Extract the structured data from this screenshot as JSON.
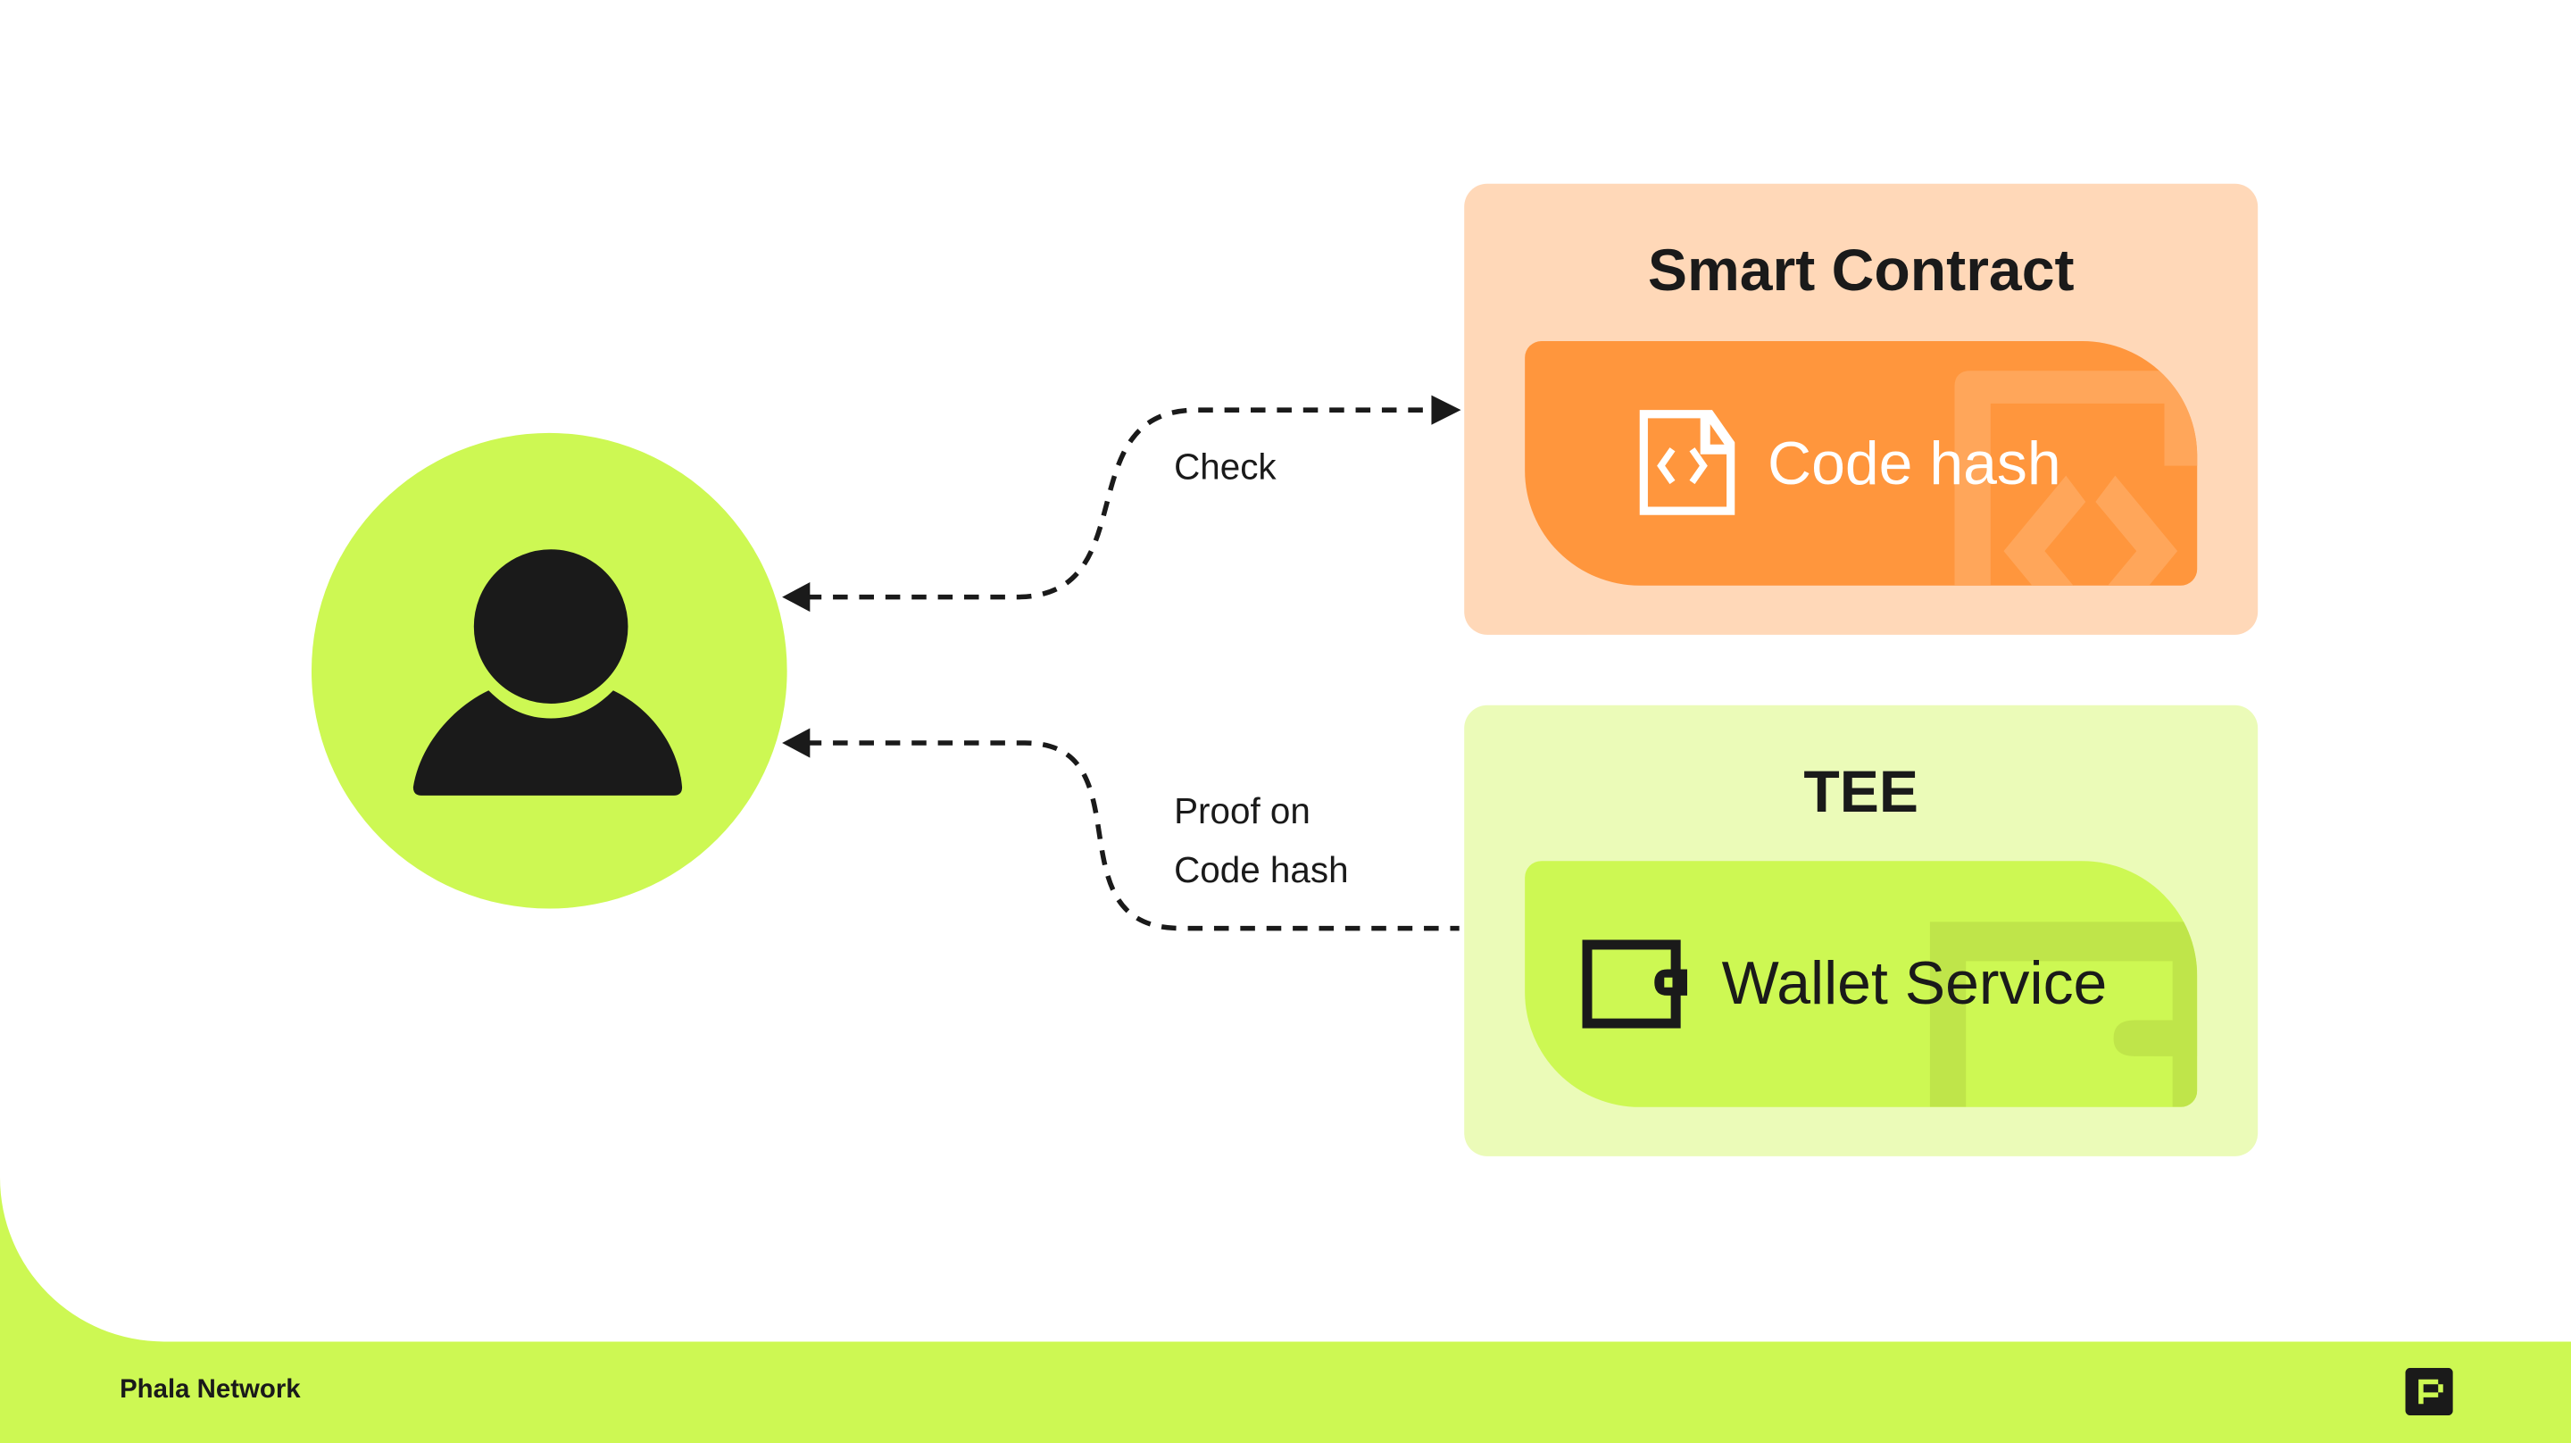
{
  "user": {
    "icon": "user-icon"
  },
  "arrows": {
    "check_label": "Check",
    "proof_label_line1": "Proof on",
    "proof_label_line2": "Code hash"
  },
  "smart_contract": {
    "title": "Smart Contract",
    "item_label": "Code hash",
    "item_icon": "code-file-icon",
    "colors": {
      "outer": "#FFD8B8",
      "inner": "#FF963D"
    }
  },
  "tee": {
    "title": "TEE",
    "item_label": "Wallet Service",
    "item_icon": "wallet-icon",
    "colors": {
      "outer": "#EBFBB8",
      "inner": "#CDF853"
    }
  },
  "footer": {
    "brand": "Phala Network",
    "logo": "phala-logo-icon"
  }
}
